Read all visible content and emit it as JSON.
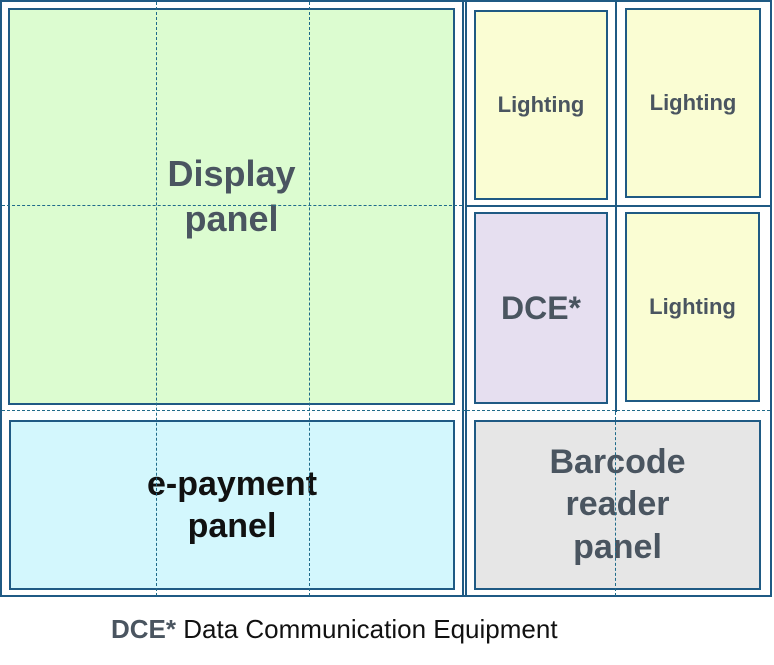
{
  "panels": {
    "display": {
      "label": "Display\npanel",
      "color": "#dcfcd0"
    },
    "lighting_top_left": {
      "label": "Lighting",
      "color": "#fafdd3"
    },
    "lighting_top_right": {
      "label": "Lighting",
      "color": "#fafdd3"
    },
    "dce": {
      "label": "DCE*",
      "color": "#e6dff0"
    },
    "lighting_mid_right": {
      "label": "Lighting",
      "color": "#fafdd3"
    },
    "epayment": {
      "label": "e-payment\npanel",
      "color": "#d3f7fd"
    },
    "barcode": {
      "label": "Barcode\nreader\npanel",
      "color": "#e6e6e6"
    }
  },
  "footnote": {
    "abbr": "DCE*",
    "text": "Data Communication Equipment"
  },
  "colors": {
    "border": "#1f5a84",
    "label_text": "#4a5560"
  }
}
